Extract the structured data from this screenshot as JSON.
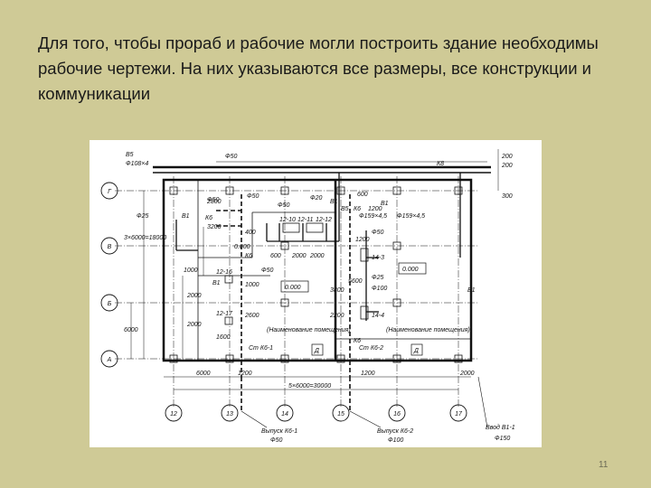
{
  "slide": {
    "text": "Для того, чтобы прораб и рабочие могли построить здание необходимы рабочие чертежи. На них указываются все размеры, все конструкции и коммуникации",
    "page_number": "11"
  },
  "drawing": {
    "axes_rows": [
      "Г",
      "В",
      "Б",
      "А"
    ],
    "axes_cols": [
      "12",
      "13",
      "14",
      "15",
      "16",
      "17"
    ],
    "pipe_top_left": "В5",
    "pipe_top_left_size": "Ф108×4",
    "main_pipe": "К8",
    "phi50_labels": [
      "Ф50",
      "Ф50",
      "Ф50",
      "Ф50",
      "Ф50",
      "Ф50"
    ],
    "phi20": "Ф20",
    "phi25": [
      "Ф25",
      "Ф25"
    ],
    "phi100": "Ф100",
    "phi159": [
      "Ф159×4,5",
      "Ф159×4,5"
    ],
    "risers_b1": [
      "В1",
      "В1",
      "В1",
      "В1",
      "В1"
    ],
    "risers_k6": [
      "К6",
      "К6",
      "К6"
    ],
    "k6_label": "К6",
    "b5_label": "В5",
    "fixtures": [
      "12-10",
      "12-11",
      "12-12",
      "12-16",
      "12-17",
      "14-3",
      "14-4"
    ],
    "room_marks": [
      "0.000",
      "0.000",
      "0.000"
    ],
    "room_names": [
      "(Наименование помещения)",
      "(Наименование помещения)"
    ],
    "stack_labels": [
      "Ст К6-1",
      "Ст К6-2"
    ],
    "d_marks": [
      "Д",
      "Д"
    ],
    "outlets": [
      {
        "name": "Выпуск К6-1",
        "size": "Ф50"
      },
      {
        "name": "Выпуск К6-2",
        "size": "Ф100"
      },
      {
        "name": "Ввод В1-1",
        "size": "Ф150"
      }
    ],
    "dims": {
      "d2800": "2800",
      "d3200": "3200",
      "d400": "400",
      "d600a": "600",
      "d600b": "600",
      "d2000a": "2000",
      "d2000b": "2000",
      "d1000a": "1000",
      "d1000b": "1000",
      "d2000c": "2000",
      "d2000d": "2000",
      "d2600": "2600",
      "d1600": "1600",
      "d1200a": "1200",
      "d5600": "5600",
      "d3800": "3800",
      "d2200": "2200",
      "d6000a": "6000",
      "d1200b": "1200",
      "d1200c": "1200",
      "d2000e": "2000",
      "d5x6000": "5×6000=30000",
      "d3x6000": "3×6000=18000",
      "d6000b": "6000",
      "d200a": "200",
      "d200b": "200",
      "d300": "300",
      "d1200d": "1200"
    }
  }
}
